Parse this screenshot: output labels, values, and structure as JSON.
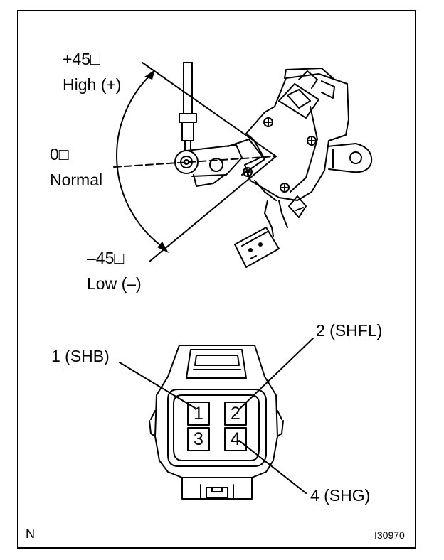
{
  "angle_labels": {
    "plus45": "+45□",
    "high": "High (+)",
    "zero": "0□",
    "normal": "Normal",
    "minus45": "–45□",
    "low": "Low (–)"
  },
  "connector": {
    "pins": [
      "1",
      "2",
      "3",
      "4"
    ],
    "callouts": {
      "pin1": "1 (SHB)",
      "pin2": "2 (SHFL)",
      "pin4": "4 (SHG)"
    }
  },
  "footer": {
    "corner_letter": "N",
    "figure_code": "I30970"
  }
}
